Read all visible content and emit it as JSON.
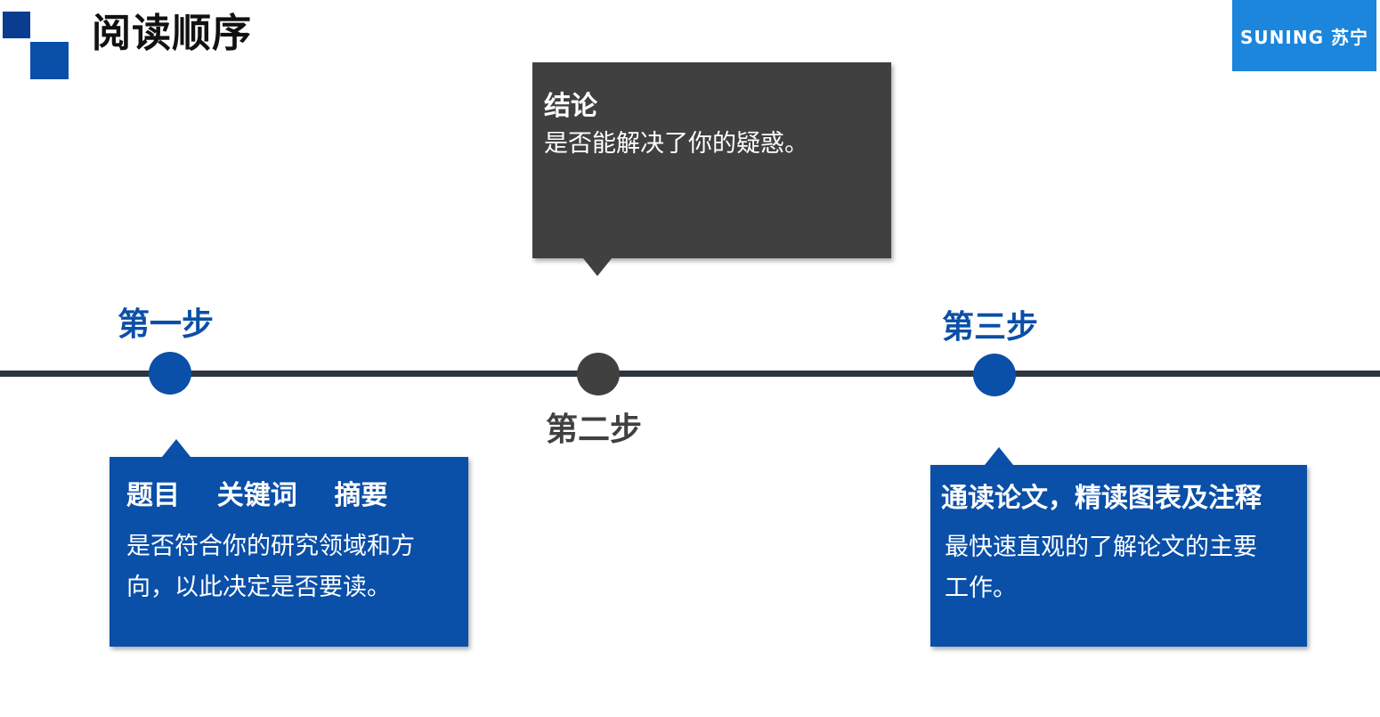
{
  "header": {
    "title": "阅读顺序",
    "logo_text": "SUNING 苏宁"
  },
  "colors": {
    "primary_blue": "#0a4fa8",
    "dark_gray": "#404040",
    "logo_blue": "#1b86dc"
  },
  "steps": [
    {
      "label": "第一步",
      "heading": "题目    关键词    摘要",
      "body": "是否符合你的研究领域和方向，以此决定是否要读。"
    },
    {
      "label": "第二步",
      "heading": "结论",
      "body": "是否能解决了你的疑惑。"
    },
    {
      "label": "第三步",
      "heading": "通读论文，精读图表及注释",
      "body": "最快速直观的了解论文的主要工作。"
    }
  ]
}
